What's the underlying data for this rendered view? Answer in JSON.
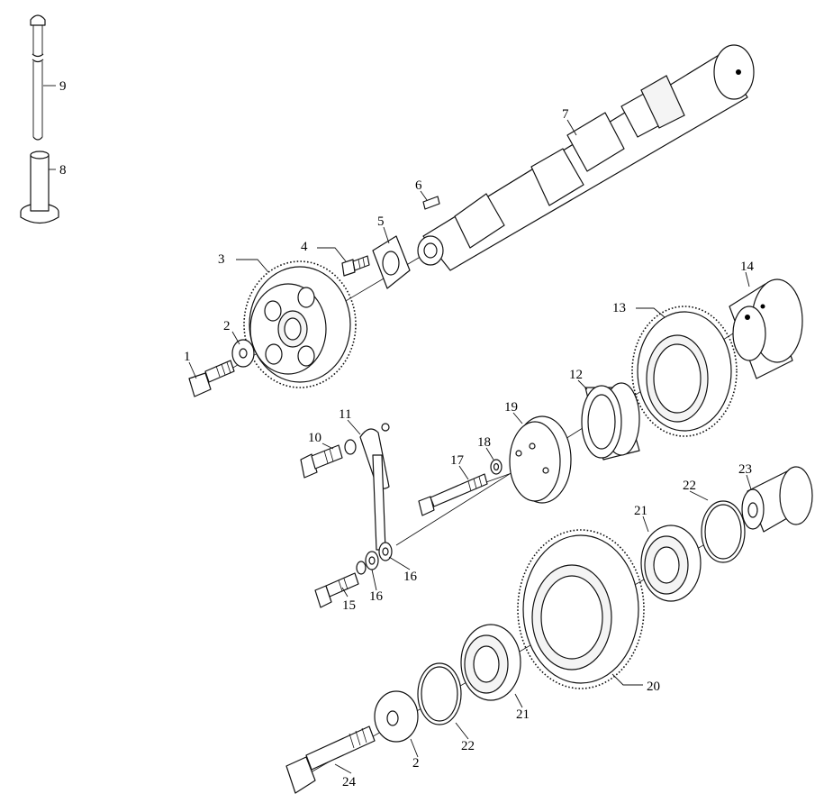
{
  "diagram": {
    "callouts": [
      "1",
      "2",
      "3",
      "4",
      "5",
      "6",
      "7",
      "8",
      "9",
      "10",
      "11",
      "12",
      "13",
      "14",
      "15",
      "16",
      "16",
      "17",
      "18",
      "19",
      "20",
      "21",
      "21",
      "22",
      "22",
      "23",
      "24",
      "2"
    ]
  }
}
